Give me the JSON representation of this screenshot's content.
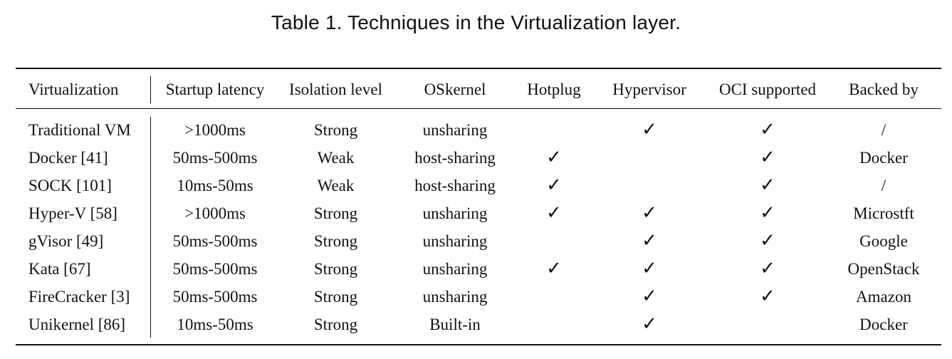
{
  "caption": "Table 1.  Techniques in the Virtualization layer.",
  "columns": [
    "Virtualization",
    "Startup latency",
    "Isolation level",
    "OSkernel",
    "Hotplug",
    "Hypervisor",
    "OCI supported",
    "Backed by"
  ],
  "check_glyph": "✓",
  "rows": [
    {
      "name": "Traditional VM",
      "latency": ">1000ms",
      "isolation": "Strong",
      "kernel": "unsharing",
      "hotplug": false,
      "hypervisor": true,
      "oci": true,
      "backed": "/"
    },
    {
      "name": "Docker [41]",
      "latency": "50ms-500ms",
      "isolation": "Weak",
      "kernel": "host-sharing",
      "hotplug": true,
      "hypervisor": false,
      "oci": true,
      "backed": "Docker"
    },
    {
      "name": "SOCK [101]",
      "latency": "10ms-50ms",
      "isolation": "Weak",
      "kernel": "host-sharing",
      "hotplug": true,
      "hypervisor": false,
      "oci": true,
      "backed": "/"
    },
    {
      "name": "Hyper-V [58]",
      "latency": ">1000ms",
      "isolation": "Strong",
      "kernel": "unsharing",
      "hotplug": true,
      "hypervisor": true,
      "oci": true,
      "backed": "Microstft"
    },
    {
      "name": "gVisor [49]",
      "latency": "50ms-500ms",
      "isolation": "Strong",
      "kernel": "unsharing",
      "hotplug": false,
      "hypervisor": true,
      "oci": true,
      "backed": "Google"
    },
    {
      "name": "Kata [67]",
      "latency": "50ms-500ms",
      "isolation": "Strong",
      "kernel": "unsharing",
      "hotplug": true,
      "hypervisor": true,
      "oci": true,
      "backed": "OpenStack"
    },
    {
      "name": "FireCracker [3]",
      "latency": "50ms-500ms",
      "isolation": "Strong",
      "kernel": "unsharing",
      "hotplug": false,
      "hypervisor": true,
      "oci": true,
      "backed": "Amazon"
    },
    {
      "name": "Unikernel [86]",
      "latency": "10ms-50ms",
      "isolation": "Strong",
      "kernel": "Built-in",
      "hotplug": false,
      "hypervisor": true,
      "oci": false,
      "backed": "Docker"
    }
  ]
}
